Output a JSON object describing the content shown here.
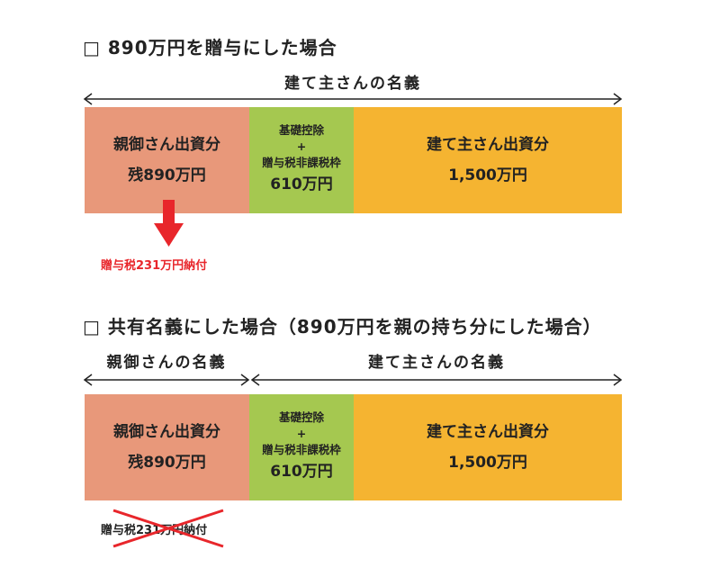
{
  "section1": {
    "heading": "□ 890万円を贈与にした場合",
    "owner_label": "建て主さんの名義",
    "parent_block": {
      "title": "親御さん出資分",
      "amount": "残890万円"
    },
    "deduction_block": {
      "line1": "基礎控除",
      "plus": "+",
      "line2": "贈与税非課税枠",
      "amount": "610万円"
    },
    "builder_block": {
      "title": "建て主さん出資分",
      "amount": "1,500万円"
    },
    "tax_note": "贈与税231万円納付"
  },
  "section2": {
    "heading": "□ 共有名義にした場合（890万円を親の持ち分にした場合）",
    "parent_owner_label": "親御さんの名義",
    "builder_owner_label": "建て主さんの名義",
    "parent_block": {
      "title": "親御さん出資分",
      "amount": "残890万円"
    },
    "deduction_block": {
      "line1": "基礎控除",
      "plus": "+",
      "line2": "贈与税非課税枠",
      "amount": "610万円"
    },
    "builder_block": {
      "title": "建て主さん出資分",
      "amount": "1,500万円"
    },
    "tax_note": "贈与税231万円納付"
  },
  "colors": {
    "parent": "#e8987a",
    "deduction": "#a5c850",
    "builder": "#f5b431",
    "alert": "#e8262b"
  },
  "icons": [
    "down-arrow-icon",
    "cross-out-icon",
    "double-arrow-icon"
  ]
}
